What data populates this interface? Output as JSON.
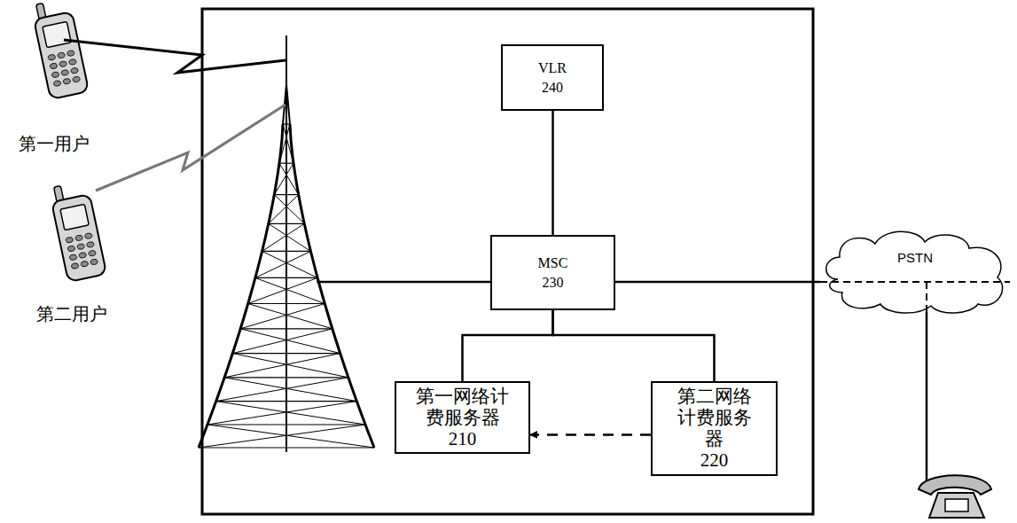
{
  "diagram": {
    "nodes": [
      {
        "text": [
          "VLR",
          "240"
        ]
      },
      {
        "text": [
          "MSC",
          "230"
        ]
      },
      {
        "text": [
          "第一网络计费服务器",
          "210"
        ]
      },
      {
        "text": [
          "第二网络计费服务器",
          "220"
        ]
      },
      {
        "text": [
          "PSTN"
        ]
      }
    ],
    "edges": [
      {
        "from": 1,
        "to": 0,
        "arrow": "none"
      },
      {
        "from": 1,
        "to": 2,
        "arrow": "none"
      },
      {
        "from": 1,
        "to": 3,
        "arrow": "none"
      },
      {
        "from": 3,
        "to": 2,
        "arrow": "to"
      },
      {
        "from": 1,
        "to": 4,
        "arrow": "none"
      }
    ],
    "labels": [
      "第一用户",
      "第二用户"
    ]
  }
}
